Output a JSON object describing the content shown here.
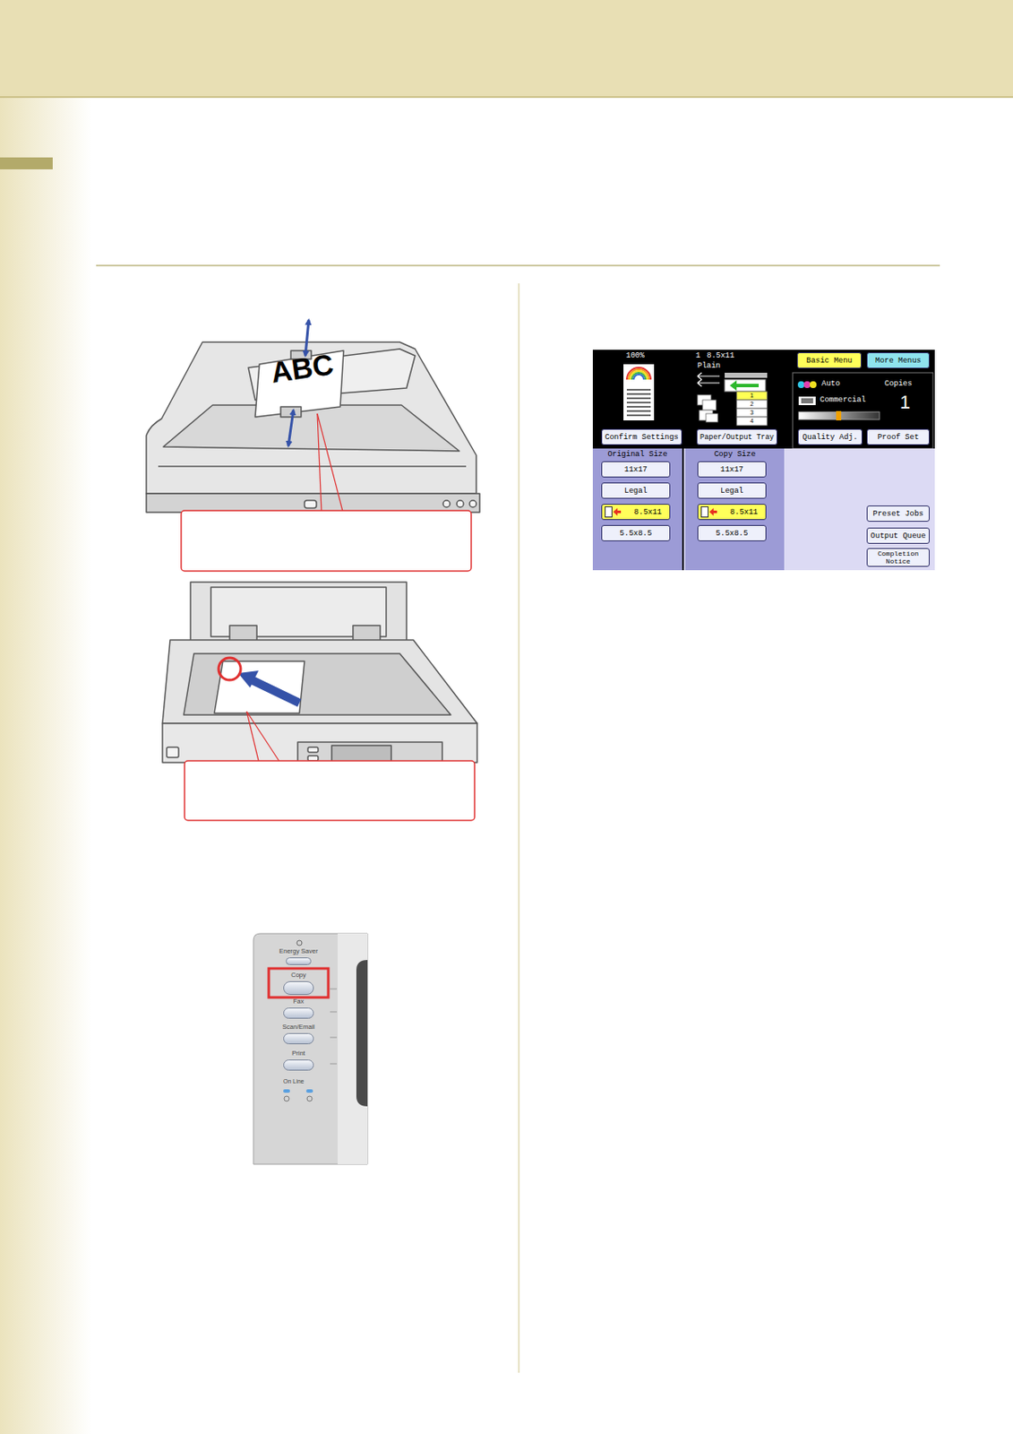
{
  "diagram": {
    "nodes": [
      {
        "text": [
          "Confirm Settings"
        ]
      },
      {
        "text": [
          "Paper/Output Tray"
        ]
      },
      {
        "text": [
          "Basic Menu"
        ]
      },
      {
        "text": [
          "More Menus"
        ]
      },
      {
        "text": [
          "Quality Adj."
        ]
      },
      {
        "text": [
          "Proof Set"
        ]
      },
      {
        "text": [
          "Original Size"
        ]
      },
      {
        "text": [
          "11x17"
        ],
        "in": 6
      },
      {
        "text": [
          "Legal"
        ],
        "in": 6
      },
      {
        "text": [
          "8.5x11"
        ],
        "in": 6
      },
      {
        "text": [
          "5.5x8.5"
        ],
        "in": 6
      },
      {
        "text": [
          "Copy Size"
        ]
      },
      {
        "text": [
          "11x17"
        ],
        "in": 11
      },
      {
        "text": [
          "Legal"
        ],
        "in": 11
      },
      {
        "text": [
          "8.5x11"
        ],
        "in": 11
      },
      {
        "text": [
          "5.5x8.5"
        ],
        "in": 11
      },
      {
        "text": [
          "Preset Jobs"
        ]
      },
      {
        "text": [
          "Output Queue"
        ]
      },
      {
        "text": [
          "Completion Notice"
        ]
      },
      {
        "text": [
          "Energy Saver"
        ]
      },
      {
        "text": [
          "Copy"
        ]
      },
      {
        "text": [
          "Fax"
        ]
      },
      {
        "text": [
          "Scan/Email"
        ]
      },
      {
        "text": [
          "Print"
        ]
      }
    ],
    "labels": [
      "100%",
      "1",
      "8.5x11",
      "Plain",
      "1",
      "2",
      "3",
      "4",
      "Auto",
      "Copies",
      "Commercial",
      "1",
      "On Line",
      "ABC"
    ]
  }
}
